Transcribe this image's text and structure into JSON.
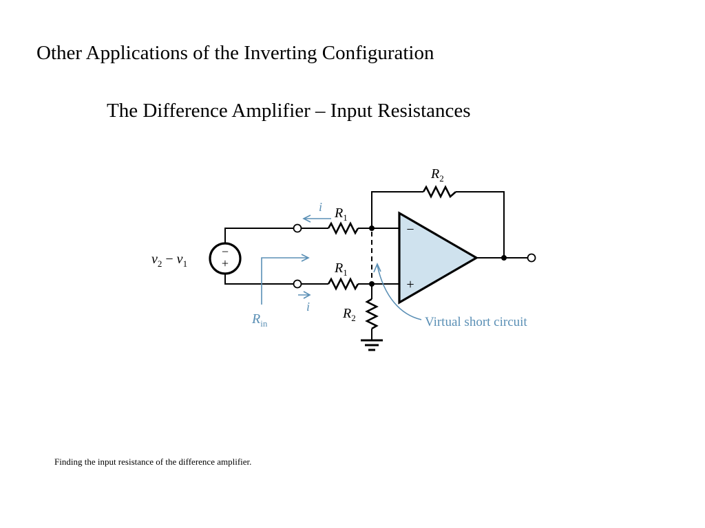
{
  "slide": {
    "title": "Other Applications of the Inverting Configuration",
    "subtitle": "The Difference Amplifier – Input Resistances",
    "caption": "Finding the input resistance of the difference amplifier."
  },
  "colors": {
    "annotation": "#5a8fb5",
    "opamp_fill": "#cfe2ee",
    "wire": "#000000"
  },
  "circuit": {
    "source_label": "v2 − v1",
    "source_var_a": "v",
    "source_sub_a": "2",
    "source_op": "−",
    "source_var_b": "v",
    "source_sub_b": "1",
    "source_minus": "−",
    "source_plus": "+",
    "r1_top": {
      "name": "R",
      "sub": "1"
    },
    "r1_bottom": {
      "name": "R",
      "sub": "1"
    },
    "r2_feedback": {
      "name": "R",
      "sub": "2"
    },
    "r2_ground": {
      "name": "R",
      "sub": "2"
    },
    "current_top": "i",
    "current_bottom": "i",
    "rin": {
      "name": "R",
      "sub": "in"
    },
    "opamp_minus": "−",
    "opamp_plus": "+",
    "virtual_short": "Virtual short circuit"
  }
}
